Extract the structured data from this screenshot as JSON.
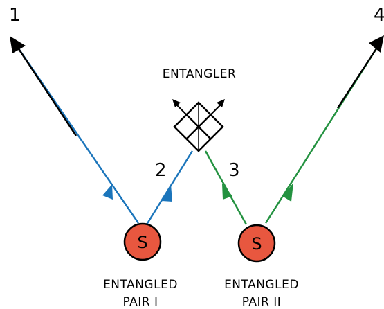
{
  "labels": {
    "port1": "1",
    "port2": "2",
    "port3": "3",
    "port4": "4",
    "entangler": "ENTANGLER",
    "pair1_line1": "ENTANGLED",
    "pair1_line2": "PAIR I",
    "pair2_line1": "ENTANGLED",
    "pair2_line2": "PAIR II",
    "source1": "S",
    "source2": "S"
  },
  "colors": {
    "pair1": "#1b75bb",
    "pair2": "#239240",
    "outer_arrowheads": "#000000",
    "source_fill": "#e8573f",
    "outline": "#000000"
  }
}
